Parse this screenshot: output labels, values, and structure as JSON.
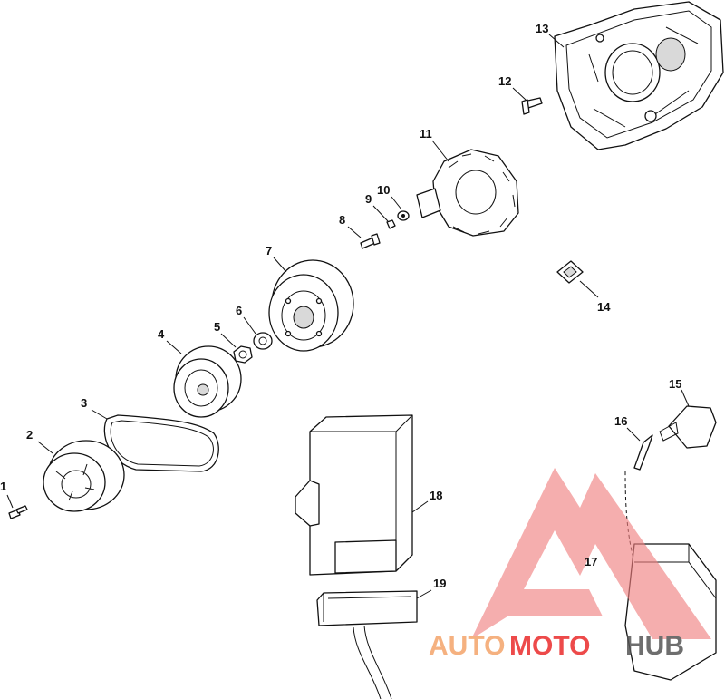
{
  "callouts": [
    {
      "id": "1",
      "label": "1"
    },
    {
      "id": "2",
      "label": "2"
    },
    {
      "id": "3",
      "label": "3"
    },
    {
      "id": "4",
      "label": "4"
    },
    {
      "id": "5",
      "label": "5"
    },
    {
      "id": "6",
      "label": "6"
    },
    {
      "id": "7",
      "label": "7"
    },
    {
      "id": "8",
      "label": "8"
    },
    {
      "id": "9",
      "label": "9"
    },
    {
      "id": "10",
      "label": "10"
    },
    {
      "id": "11",
      "label": "11"
    },
    {
      "id": "12",
      "label": "12"
    },
    {
      "id": "13",
      "label": "13"
    },
    {
      "id": "14",
      "label": "14"
    },
    {
      "id": "15",
      "label": "15"
    },
    {
      "id": "16",
      "label": "16"
    },
    {
      "id": "17",
      "label": "17"
    },
    {
      "id": "18",
      "label": "18"
    },
    {
      "id": "19",
      "label": "19"
    }
  ],
  "watermark": {
    "part1": "AUTO",
    "part2": "MOTO",
    "part3": "HUB",
    "color_primary": "#f4a46a",
    "color_secondary": "#ea2b2b",
    "color_dark": "#555555"
  }
}
